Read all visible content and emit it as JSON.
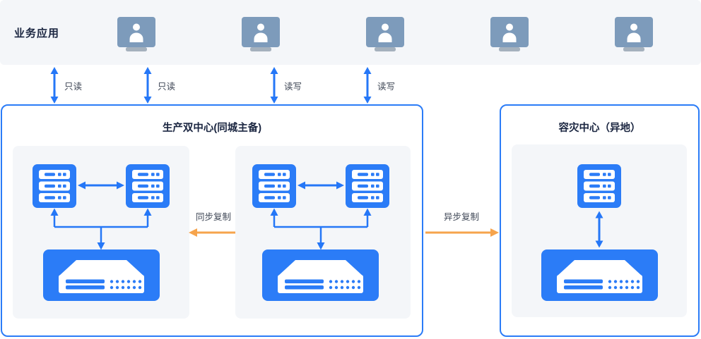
{
  "header": {
    "title": "业务应用"
  },
  "workstations": {
    "count": 5,
    "icon": "user-workstation-icon"
  },
  "access_links": [
    {
      "label": "只读"
    },
    {
      "label": "只读"
    },
    {
      "label": "读写"
    },
    {
      "label": "读写"
    }
  ],
  "production_center": {
    "title": "生产双中心(同城主备)",
    "clusters": [
      {
        "name": "primary-cluster",
        "servers": 2,
        "storage_arrays": 1
      },
      {
        "name": "backup-cluster",
        "servers": 2,
        "storage_arrays": 1
      }
    ]
  },
  "disaster_center": {
    "title": "容灾中心（异地）",
    "servers": 1,
    "storage_arrays": 1
  },
  "replication": {
    "sync_label": "同步复制",
    "async_label": "异步复制"
  },
  "icons": {
    "workstation": "user-workstation-icon",
    "server": "server-icon",
    "storage": "storage-array-icon",
    "vertical_link": "double-arrow-vertical-icon",
    "horizontal_link": "double-arrow-horizontal-icon",
    "sync_arrow": "arrow-left-icon",
    "async_arrow": "arrow-right-icon"
  },
  "colors": {
    "accent_blue": "#2b7cf7",
    "accent_orange": "#f6a44c",
    "band_bg": "#f4f6f9",
    "panel_bg": "#f4f6f9",
    "workstation_fill": "#7d9bbb",
    "workstation_base": "#a5b1bd",
    "title_text": "#1a2540",
    "label_text": "#3f4756"
  }
}
